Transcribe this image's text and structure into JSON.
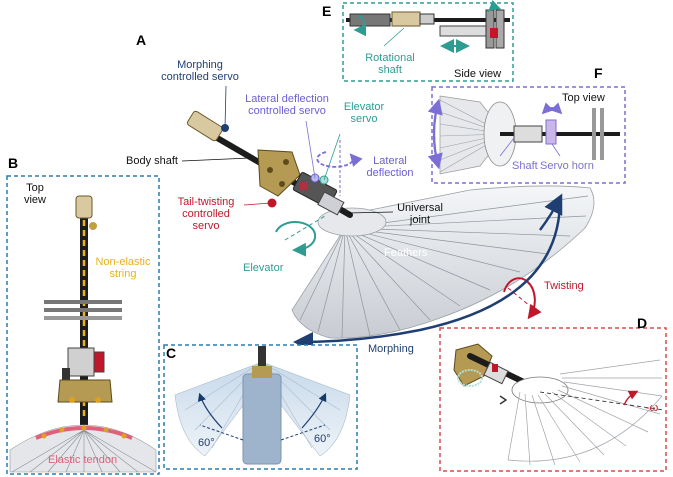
{
  "panels": {
    "A": "A",
    "B": "B",
    "C": "C",
    "D": "D",
    "E": "E",
    "F": "F"
  },
  "labels": {
    "morphing_servo_1": "Morphing",
    "morphing_servo_2": "controlled servo",
    "lateral_servo_1": "Lateral deflection",
    "lateral_servo_2": "controlled servo",
    "elevator_servo_1": "Elevator",
    "elevator_servo_2": "servo",
    "lateral_deflection_1": "Lateral",
    "lateral_deflection_2": "deflection",
    "body_shaft": "Body shaft",
    "tail_twisting_1": "Tail-twisting",
    "tail_twisting_2": "controlled",
    "tail_twisting_3": "servo",
    "universal_joint_1": "Universal",
    "universal_joint_2": "joint",
    "feathers": "Feathers",
    "elevator": "Elevator",
    "twisting": "Twisting",
    "morphing": "Morphing",
    "top_view_b_1": "Top",
    "top_view_b_2": "view",
    "non_elastic_1": "Non-elastic",
    "non_elastic_2": "string",
    "elastic_tendon": "Elastic tendon",
    "angle_left": "60°",
    "angle_right": "60°",
    "omega": "-ω",
    "rotational_shaft_1": "Rotational",
    "rotational_shaft_2": "shaft",
    "side_view": "Side view",
    "top_view_f": "Top view",
    "shaft": "Shaft",
    "servo_horn": "Servo horn"
  },
  "colors": {
    "teal": "#2f9c93",
    "purple": "#7b6fd6",
    "navy": "#1f3f73",
    "red": "#c0182a",
    "yellow": "#e8b21a",
    "blue_box": "#2a7db0",
    "red_box": "#d84b4b",
    "pink": "#e0607a"
  }
}
